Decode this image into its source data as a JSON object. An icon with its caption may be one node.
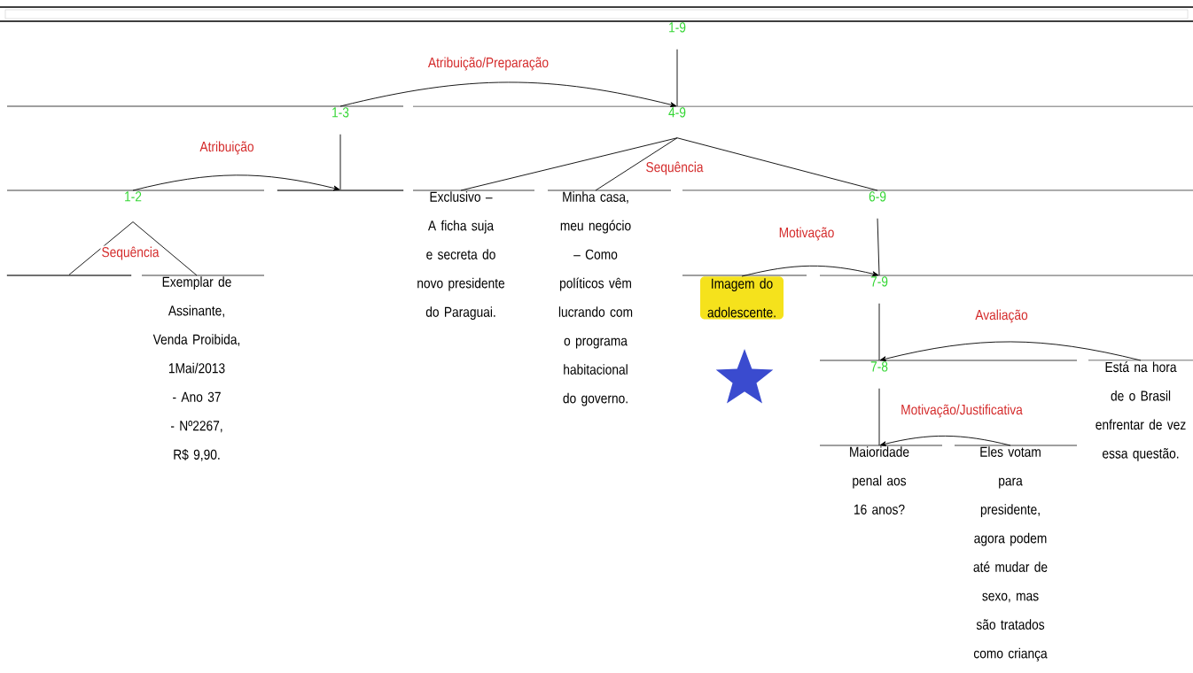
{
  "diagram": {
    "nodes": [
      {
        "text": [
          "1-9"
        ]
      },
      {
        "text": [
          "1-3"
        ]
      },
      {
        "text": [
          "4-9"
        ]
      },
      {
        "text": [
          "1-2"
        ]
      },
      {
        "text": [],
        "shape": "bar"
      },
      {
        "text": [
          "Exclusivo – A ficha suja e secreta do novo presidente do Paraguai."
        ]
      },
      {
        "text": [
          "Minha casa, meu negócio – Como políticos vêm lucrando com o programa habitacional do governo."
        ]
      },
      {
        "text": [
          "6-9"
        ]
      },
      {
        "text": [],
        "shape": "bar"
      },
      {
        "text": [
          "Exemplar de Assinante, Venda Proibida, 1Mai/2013 - Ano 37 - Nº2267, R$ 9,90."
        ]
      },
      {
        "text": [
          "Imagem do adolescente."
        ]
      },
      {
        "text": [
          "7-9"
        ]
      },
      {
        "text": [
          "7-8"
        ]
      },
      {
        "text": [
          "Está na hora de o Brasil enfrentar de vez essa questão."
        ]
      },
      {
        "text": [
          "Maioridade penal aos 16 anos?"
        ]
      },
      {
        "text": [
          "Eles votam para presidente, agora podem até mudar de sexo, mas são tratados como criança"
        ]
      }
    ],
    "edges": [
      {
        "from": 0,
        "to": 2,
        "arrow": "none"
      },
      {
        "from": 1,
        "to": 2,
        "arrow": "to",
        "label": "Atribuição/Preparação"
      },
      {
        "from": 1,
        "to": 4,
        "arrow": "none"
      },
      {
        "from": 3,
        "to": 4,
        "arrow": "to",
        "label": "Atribuição"
      },
      {
        "from": 2,
        "to": 5,
        "arrow": "none"
      },
      {
        "from": 2,
        "to": 6,
        "arrow": "none",
        "label": "Sequência"
      },
      {
        "from": 2,
        "to": 7,
        "arrow": "none"
      },
      {
        "from": 3,
        "to": 8,
        "arrow": "none",
        "label": "Sequência"
      },
      {
        "from": 3,
        "to": 9,
        "arrow": "none"
      },
      {
        "from": 7,
        "to": 11,
        "arrow": "none"
      },
      {
        "from": 10,
        "to": 11,
        "arrow": "to",
        "label": "Motivação"
      },
      {
        "from": 11,
        "to": 12,
        "arrow": "none"
      },
      {
        "from": 13,
        "to": 12,
        "arrow": "to",
        "label": "Avaliação"
      },
      {
        "from": 12,
        "to": 14,
        "arrow": "none"
      },
      {
        "from": 15,
        "to": 14,
        "arrow": "to",
        "label": "Motivação/Justificativa"
      }
    ]
  }
}
